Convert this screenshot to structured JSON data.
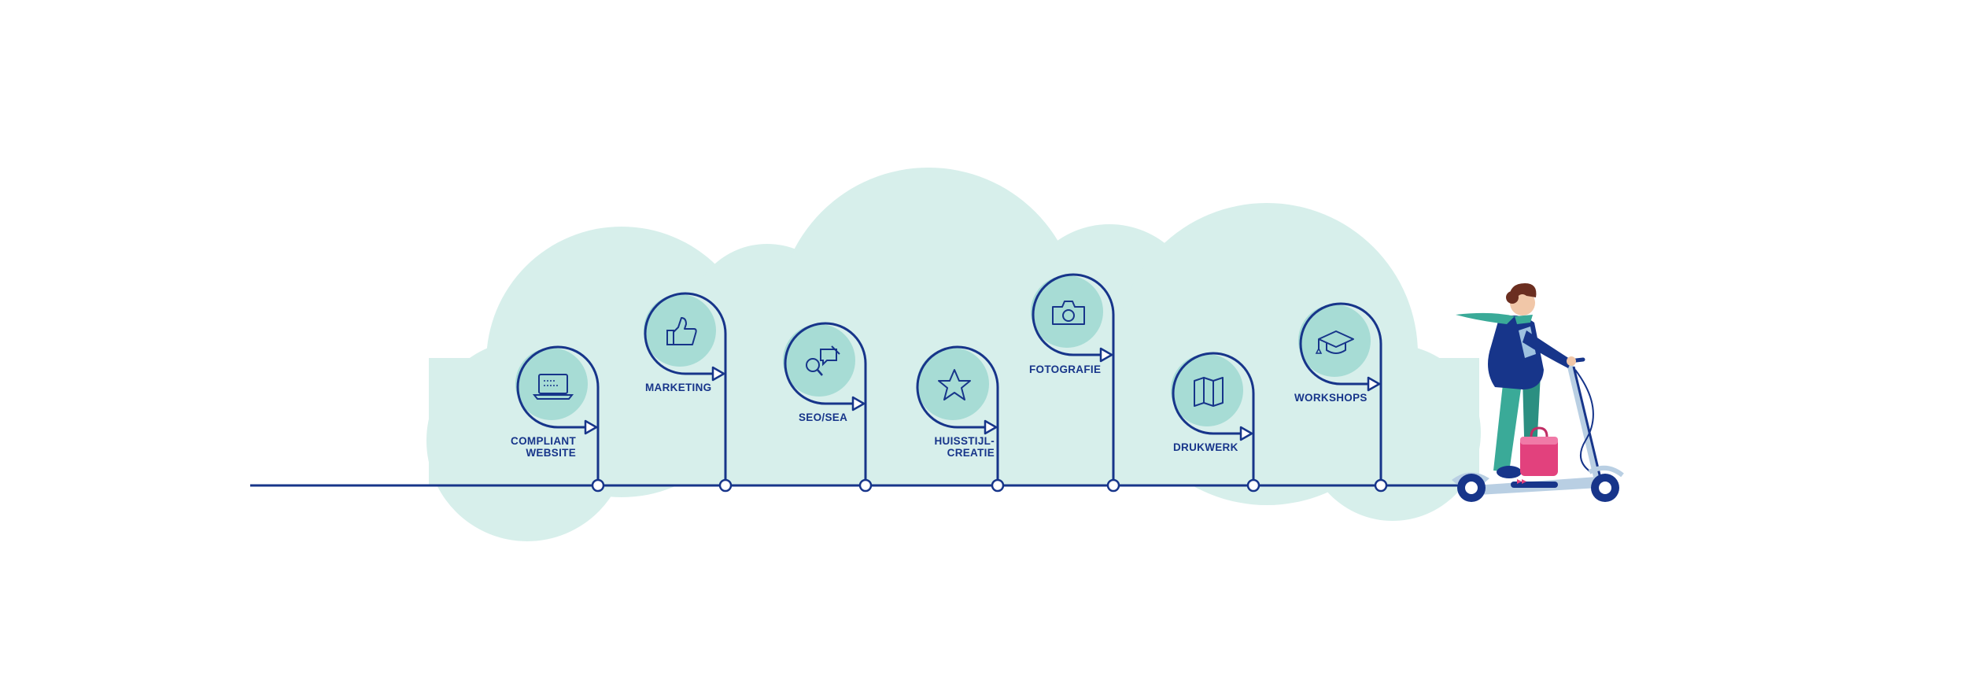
{
  "colors": {
    "navy": "#17358a",
    "cloud": "#d7efeb",
    "icon_bg": "#a7dcd5",
    "teal": "#3aaa98",
    "pink": "#e2417d",
    "scooter": "#b9cfe3"
  },
  "steps": [
    {
      "id": "compliant-website",
      "lines": [
        "COMPLIANT",
        "WEBSITE"
      ],
      "icon": "laptop-icon"
    },
    {
      "id": "marketing",
      "lines": [
        "MARKETING"
      ],
      "icon": "thumbs-up-icon"
    },
    {
      "id": "seo-sea",
      "lines": [
        "SEO/SEA"
      ],
      "icon": "search-chat-icon"
    },
    {
      "id": "huisstijl-creatie",
      "lines": [
        "HUISSTIJL-",
        "CREATIE"
      ],
      "icon": "star-icon"
    },
    {
      "id": "fotografie",
      "lines": [
        "FOTOGRAFIE"
      ],
      "icon": "camera-icon"
    },
    {
      "id": "drukwerk",
      "lines": [
        "DRUKWERK"
      ],
      "icon": "map-icon"
    },
    {
      "id": "workshops",
      "lines": [
        "WORKSHOPS"
      ],
      "icon": "graduation-cap-icon"
    }
  ],
  "illustration": "person-on-scooter"
}
